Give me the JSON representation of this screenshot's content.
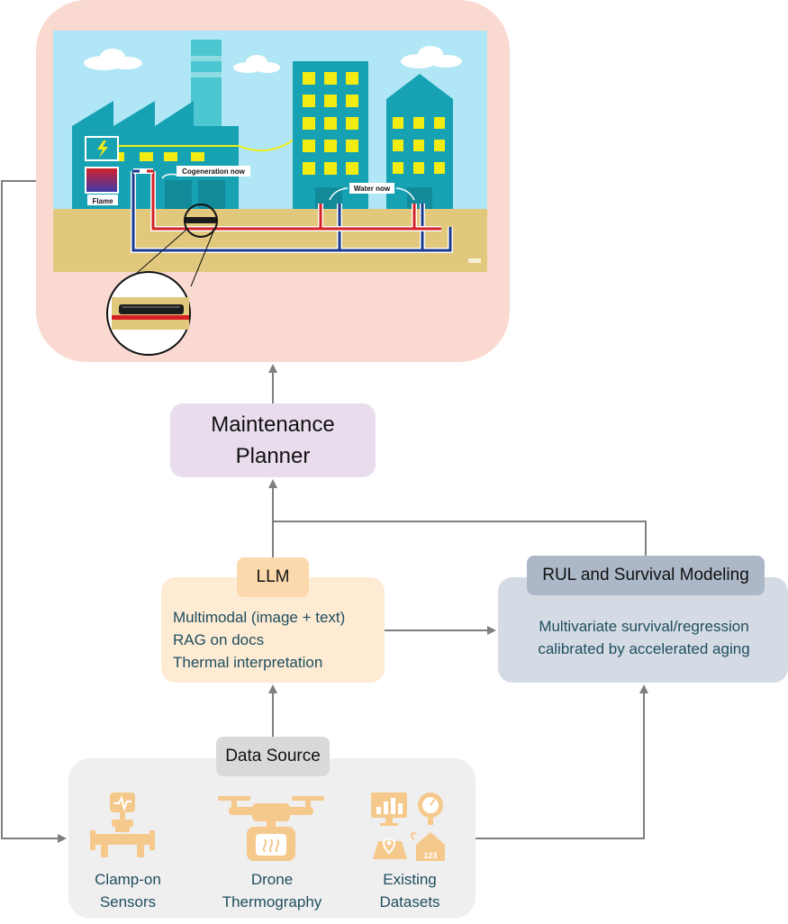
{
  "illustration": {
    "label_cogeneration": "Cogeneration now",
    "label_water": "Water now",
    "label_flame": "Flame"
  },
  "planner": {
    "line1": "Maintenance",
    "line2": "Planner"
  },
  "llm": {
    "title": "LLM",
    "lines": [
      "Multimodal (image + text)",
      "RAG on docs",
      "Thermal interpretation"
    ]
  },
  "rul": {
    "title": "RUL and Survival Modeling",
    "lines": [
      "Multivariate survival/regression",
      "calibrated by accelerated aging"
    ]
  },
  "data_source": {
    "title": "Data Source",
    "items": [
      {
        "line1": "Clamp-on",
        "line2": "Sensors",
        "icon": "pipe-sensor-icon"
      },
      {
        "line1": "Drone",
        "line2": "Thermography",
        "icon": "drone-icon"
      },
      {
        "line1": "Existing",
        "line2": "Datasets",
        "icon": "datasets-icon"
      }
    ]
  },
  "colors": {
    "arrow": "#7f7f7f",
    "icon_orange": "#f5c98c",
    "text_teal": "#1f4e5f",
    "sky": "#b0e6f5",
    "factory": "#17a2b4",
    "window_yellow": "#f2ec13",
    "ground": "#e2c87c",
    "pipe_red": "#d62026",
    "pipe_blue": "#1b3a8c"
  }
}
